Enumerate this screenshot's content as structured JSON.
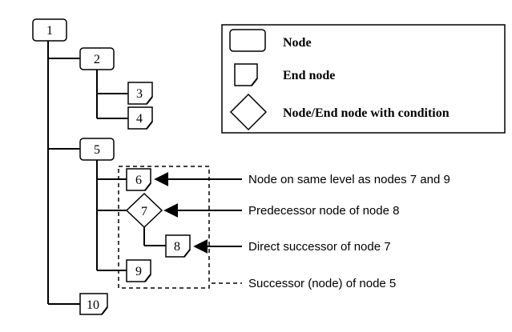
{
  "nodes": [
    {
      "id": "1",
      "label": "1",
      "shape": "node"
    },
    {
      "id": "2",
      "label": "2",
      "shape": "node"
    },
    {
      "id": "3",
      "label": "3",
      "shape": "end"
    },
    {
      "id": "4",
      "label": "4",
      "shape": "end"
    },
    {
      "id": "5",
      "label": "5",
      "shape": "node"
    },
    {
      "id": "6",
      "label": "6",
      "shape": "end"
    },
    {
      "id": "7",
      "label": "7",
      "shape": "condition"
    },
    {
      "id": "8",
      "label": "8",
      "shape": "end"
    },
    {
      "id": "9",
      "label": "9",
      "shape": "end"
    },
    {
      "id": "10",
      "label": "10",
      "shape": "end"
    }
  ],
  "edges": [
    {
      "from": "1",
      "to": "2"
    },
    {
      "from": "1",
      "to": "5"
    },
    {
      "from": "1",
      "to": "10"
    },
    {
      "from": "2",
      "to": "3"
    },
    {
      "from": "2",
      "to": "4"
    },
    {
      "from": "5",
      "to": "6"
    },
    {
      "from": "5",
      "to": "7"
    },
    {
      "from": "5",
      "to": "9"
    },
    {
      "from": "7",
      "to": "8"
    }
  ],
  "legend": {
    "node": "Node",
    "end_node": "End node",
    "condition": "Node/End node with condition"
  },
  "annotations": {
    "same_level": "Node on same level as nodes 7 and 9",
    "predecessor": "Predecessor node of node 8",
    "direct_successor": "Direct successor of node 7",
    "successor": "Successor (node) of node 5"
  }
}
